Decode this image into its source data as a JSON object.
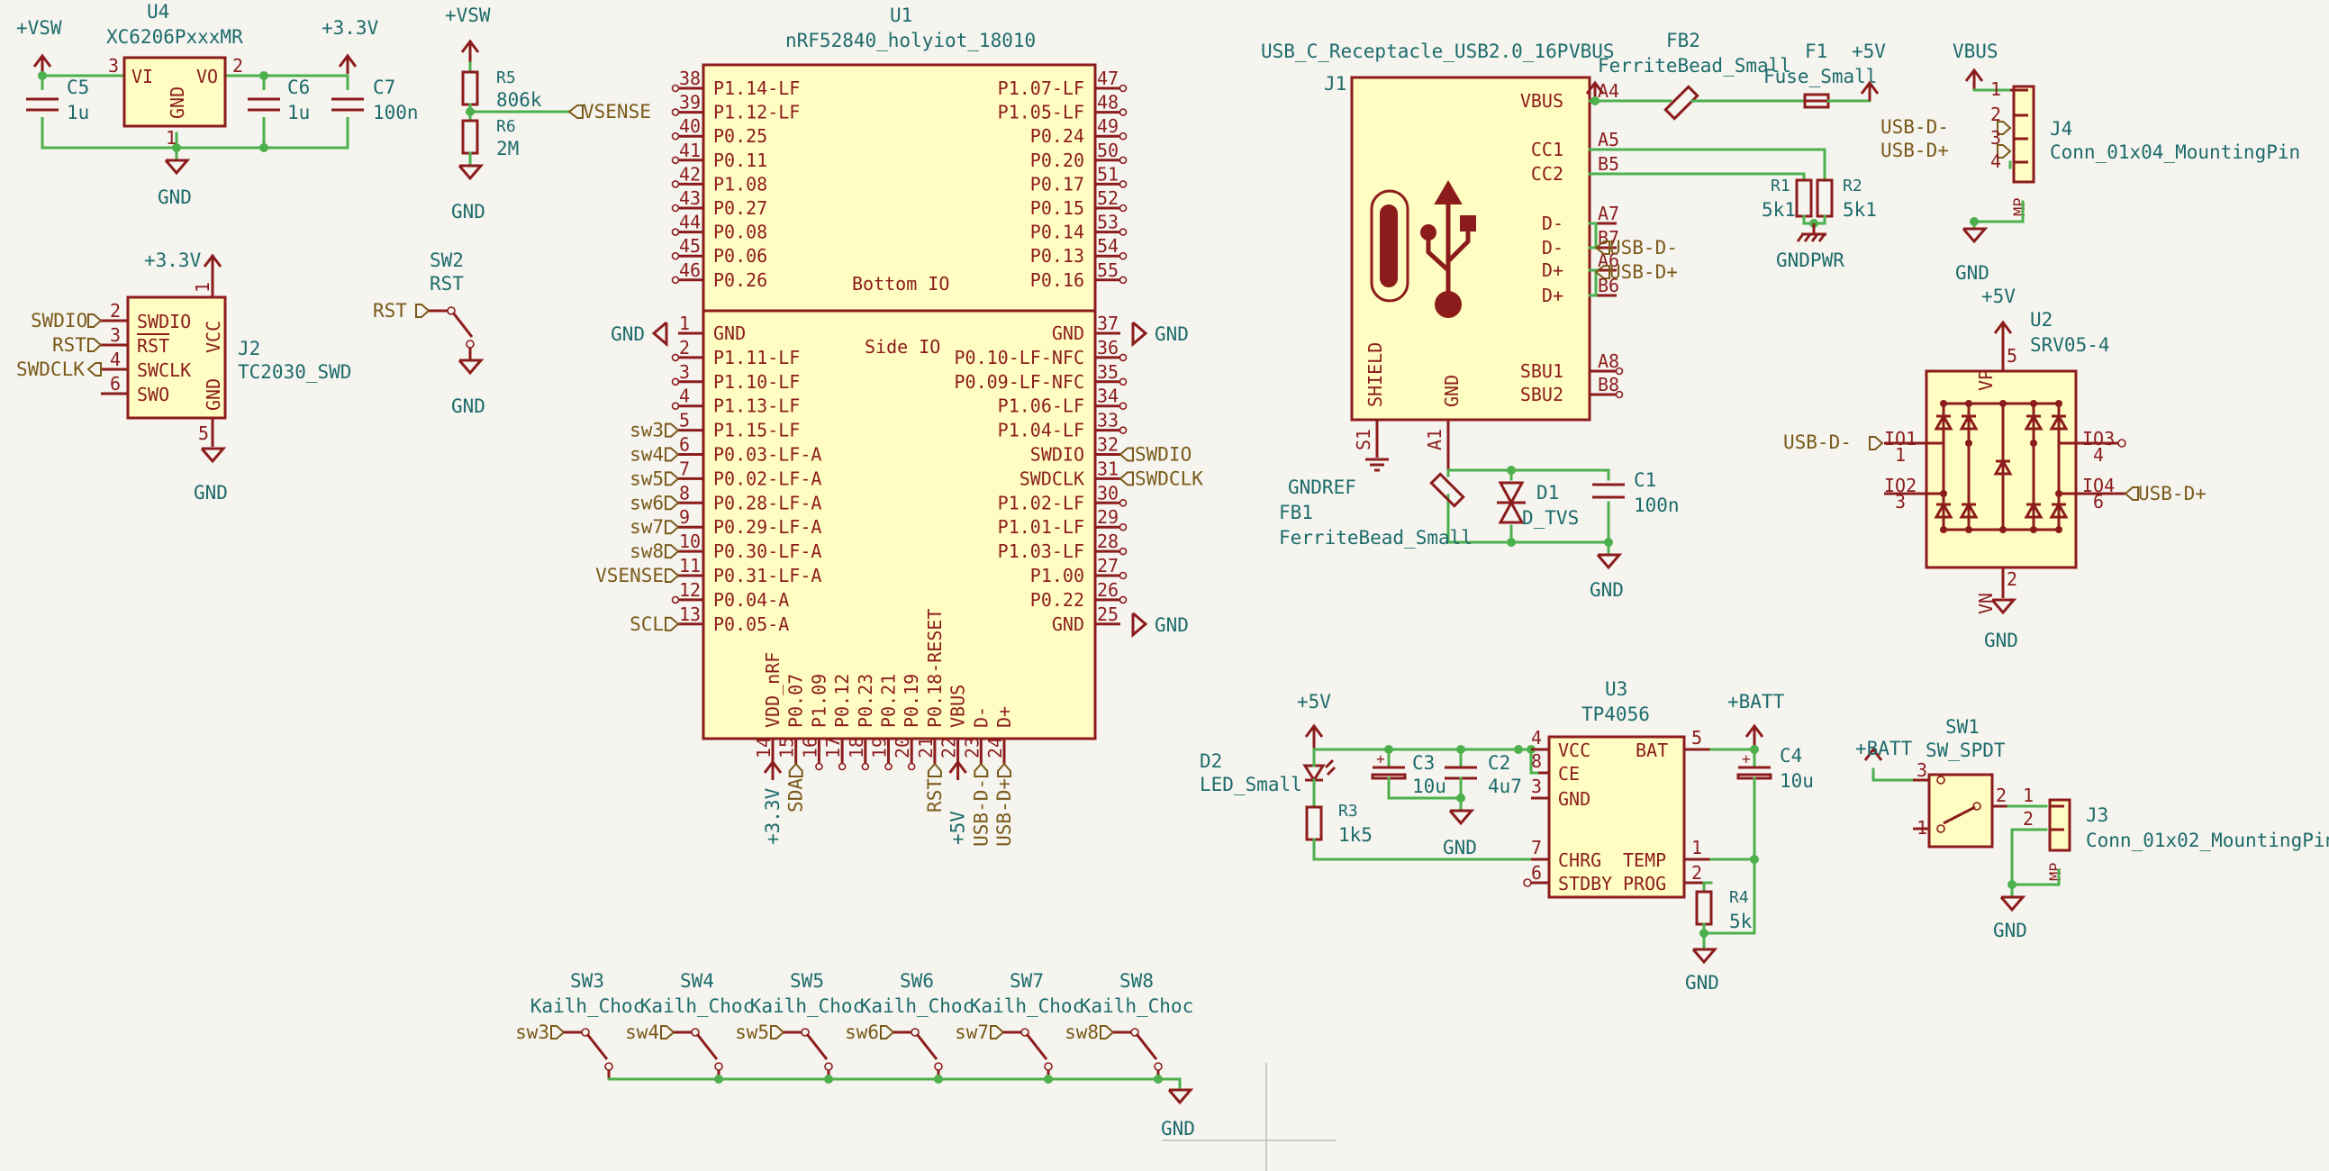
{
  "power": {
    "vsw": "+VSW",
    "v33": "+3.3V",
    "v5": "+5V",
    "gnd": "GND",
    "vbus": "VBUS",
    "batt": "+BATT",
    "gndpwr": "GNDPWR",
    "gndref": "GNDREF"
  },
  "u4": {
    "ref": "U4",
    "value": "XC6206PxxxMR",
    "vi": "VI",
    "vo": "VO",
    "gnd": "GND",
    "pin_vi": "3",
    "pin_vo": "2",
    "pin_gnd": "1"
  },
  "c5": {
    "ref": "C5",
    "value": "1u"
  },
  "c6": {
    "ref": "C6",
    "value": "1u"
  },
  "c7": {
    "ref": "C7",
    "value": "100n"
  },
  "r5": {
    "ref": "R5",
    "value": "806k"
  },
  "r6": {
    "ref": "R6",
    "value": "2M"
  },
  "vsense": "VSENSE",
  "j2": {
    "ref": "J2",
    "value": "TC2030_SWD",
    "pins": [
      {
        "num": "2",
        "name": "SWDIO",
        "net": "SWDIO"
      },
      {
        "num": "3",
        "name": "RST",
        "net": "RST"
      },
      {
        "num": "4",
        "name": "SWCLK",
        "net": "SWDCLK"
      },
      {
        "num": "6",
        "name": "SWO",
        "net": ""
      }
    ],
    "vcc": "VCC",
    "vcc_pin": "1",
    "gnd": "GND",
    "gnd_pin": "5"
  },
  "sw2": {
    "ref": "SW2",
    "value": "RST",
    "net": "RST"
  },
  "u1": {
    "ref": "U1",
    "value": "nRF52840_holyiot_18010",
    "bottom_label": "Bottom IO",
    "side_label": "Side IO",
    "top_left": [
      {
        "num": "38",
        "name": "P1.14-LF"
      },
      {
        "num": "39",
        "name": "P1.12-LF"
      },
      {
        "num": "40",
        "name": "P0.25"
      },
      {
        "num": "41",
        "name": "P0.11"
      },
      {
        "num": "42",
        "name": "P1.08"
      },
      {
        "num": "43",
        "name": "P0.27"
      },
      {
        "num": "44",
        "name": "P0.08"
      },
      {
        "num": "45",
        "name": "P0.06"
      },
      {
        "num": "46",
        "name": "P0.26"
      }
    ],
    "top_right": [
      {
        "num": "47",
        "name": "P1.07-LF"
      },
      {
        "num": "48",
        "name": "P1.05-LF"
      },
      {
        "num": "49",
        "name": "P0.24"
      },
      {
        "num": "50",
        "name": "P0.20"
      },
      {
        "num": "51",
        "name": "P0.17"
      },
      {
        "num": "52",
        "name": "P0.15"
      },
      {
        "num": "53",
        "name": "P0.14"
      },
      {
        "num": "54",
        "name": "P0.13"
      },
      {
        "num": "55",
        "name": "P0.16"
      }
    ],
    "left": [
      {
        "num": "1",
        "name": "GND",
        "net": "GND"
      },
      {
        "num": "2",
        "name": "P1.11-LF",
        "net": ""
      },
      {
        "num": "3",
        "name": "P1.10-LF",
        "net": ""
      },
      {
        "num": "4",
        "name": "P1.13-LF",
        "net": ""
      },
      {
        "num": "5",
        "name": "P1.15-LF",
        "net": "sw3"
      },
      {
        "num": "6",
        "name": "P0.03-LF-A",
        "net": "sw4"
      },
      {
        "num": "7",
        "name": "P0.02-LF-A",
        "net": "sw5"
      },
      {
        "num": "8",
        "name": "P0.28-LF-A",
        "net": "sw6"
      },
      {
        "num": "9",
        "name": "P0.29-LF-A",
        "net": "sw7"
      },
      {
        "num": "10",
        "name": "P0.30-LF-A",
        "net": "sw8"
      },
      {
        "num": "11",
        "name": "P0.31-LF-A",
        "net": "VSENSE"
      },
      {
        "num": "12",
        "name": "P0.04-A",
        "net": ""
      },
      {
        "num": "13",
        "name": "P0.05-A",
        "net": "SCL"
      }
    ],
    "right": [
      {
        "num": "37",
        "name": "GND",
        "net": "GND"
      },
      {
        "num": "36",
        "name": "P0.10-LF-NFC",
        "net": ""
      },
      {
        "num": "35",
        "name": "P0.09-LF-NFC",
        "net": ""
      },
      {
        "num": "34",
        "name": "P1.06-LF",
        "net": ""
      },
      {
        "num": "33",
        "name": "P1.04-LF",
        "net": ""
      },
      {
        "num": "32",
        "name": "SWDIO",
        "net": "SWDIO"
      },
      {
        "num": "31",
        "name": "SWDCLK",
        "net": "SWDCLK"
      },
      {
        "num": "30",
        "name": "P1.02-LF",
        "net": ""
      },
      {
        "num": "29",
        "name": "P1.01-LF",
        "net": ""
      },
      {
        "num": "28",
        "name": "P1.03-LF",
        "net": ""
      },
      {
        "num": "27",
        "name": "P1.00",
        "net": ""
      },
      {
        "num": "26",
        "name": "P0.22",
        "net": ""
      },
      {
        "num": "25",
        "name": "GND",
        "net": "GND"
      }
    ],
    "bottom": [
      {
        "num": "14",
        "name": "VDD_nRF",
        "net": "+3.3V"
      },
      {
        "num": "15",
        "name": "P0.07",
        "net": "SDA"
      },
      {
        "num": "16",
        "name": "P1.09",
        "net": ""
      },
      {
        "num": "17",
        "name": "P0.12",
        "net": ""
      },
      {
        "num": "18",
        "name": "P0.23",
        "net": ""
      },
      {
        "num": "19",
        "name": "P0.21",
        "net": ""
      },
      {
        "num": "20",
        "name": "P0.19",
        "net": ""
      },
      {
        "num": "21",
        "name": "P0.18-RESET",
        "net": "RST"
      },
      {
        "num": "22",
        "name": "VBUS",
        "net": "+5V"
      },
      {
        "num": "23",
        "name": "D-",
        "net": "USB-D-"
      },
      {
        "num": "24",
        "name": "D+",
        "net": "USB-D+"
      }
    ]
  },
  "j1": {
    "ref": "J1",
    "value": "USB_C_Receptacle_USB2.0_16P",
    "right_pins": [
      {
        "num": "A4",
        "name": "VBUS"
      },
      {
        "num": "A5",
        "name": "CC1"
      },
      {
        "num": "B5",
        "name": "CC2"
      },
      {
        "num": "A7",
        "name": "D-"
      },
      {
        "num": "B7",
        "name": "D-"
      },
      {
        "num": "A6",
        "name": "D+"
      },
      {
        "num": "B6",
        "name": "D+"
      },
      {
        "num": "A8",
        "name": "SBU1"
      },
      {
        "num": "B8",
        "name": "SBU2"
      }
    ],
    "shield": "SHIELD",
    "shield_pin": "S1",
    "gnd": "GND",
    "gnd_pin": "A1",
    "net_dm": "USB-D-",
    "net_dp": "USB-D+"
  },
  "fb2": {
    "ref": "FB2",
    "value": "FerriteBead_Small"
  },
  "f1": {
    "ref": "F1",
    "value": "Fuse_Small"
  },
  "r1": {
    "ref": "R1",
    "value": "5k1"
  },
  "r2": {
    "ref": "R2",
    "value": "5k1"
  },
  "j4": {
    "ref": "J4",
    "value": "Conn_01x04_MountingPin",
    "pins": [
      "1",
      "2",
      "3",
      "4"
    ],
    "mp": "MP",
    "net_dm": "USB-D-",
    "net_dp": "USB-D+"
  },
  "fb1": {
    "ref": "FB1",
    "value": "FerriteBead_Small"
  },
  "d1": {
    "ref": "D1",
    "value": "D_TVS"
  },
  "c1": {
    "ref": "C1",
    "value": "100n"
  },
  "u2": {
    "ref": "U2",
    "value": "SRV05-4",
    "io1": "IO1",
    "io2": "IO2",
    "io3": "IO3",
    "io4": "IO4",
    "vp": "VP",
    "vn": "VN",
    "p_io1": "1",
    "p_io2": "3",
    "p_io3": "4",
    "p_io4": "6",
    "p_vp": "5",
    "p_vn": "2",
    "net_dm": "USB-D-",
    "net_dp": "USB-D+"
  },
  "d2": {
    "ref": "D2",
    "value": "LED_Small"
  },
  "r3": {
    "ref": "R3",
    "value": "1k5"
  },
  "c3": {
    "ref": "C3",
    "value": "10u"
  },
  "c2": {
    "ref": "C2",
    "value": "4u7"
  },
  "u3": {
    "ref": "U3",
    "value": "TP4056",
    "vcc": "VCC",
    "ce": "CE",
    "gnd": "GND",
    "chrg": "CHRG",
    "stdby": "STDBY",
    "bat": "BAT",
    "temp": "TEMP",
    "prog": "PROG",
    "p_vcc": "4",
    "p_ce": "8",
    "p_gnd": "3",
    "p_chrg": "7",
    "p_stdby": "6",
    "p_bat": "5",
    "p_temp": "1",
    "p_prog": "2",
    "gnd_net": "GND"
  },
  "c4": {
    "ref": "C4",
    "value": "10u"
  },
  "r4": {
    "ref": "R4",
    "value": "5k"
  },
  "sw1": {
    "ref": "SW1",
    "value": "SW_SPDT",
    "p1": "1",
    "p2": "2",
    "p3": "3"
  },
  "j3": {
    "ref": "J3",
    "value": "Conn_01x02_MountingPin",
    "p1": "1",
    "p2": "2",
    "mp": "MP"
  },
  "switches": [
    {
      "ref": "SW3",
      "value": "Kailh_Choc",
      "net": "sw3"
    },
    {
      "ref": "SW4",
      "value": "Kailh_Choc",
      "net": "sw4"
    },
    {
      "ref": "SW5",
      "value": "Kailh_Choc",
      "net": "sw5"
    },
    {
      "ref": "SW6",
      "value": "Kailh_Choc",
      "net": "sw6"
    },
    {
      "ref": "SW7",
      "value": "Kailh_Choc",
      "net": "sw7"
    },
    {
      "ref": "SW8",
      "value": "Kailh_Choc",
      "net": "sw8"
    }
  ],
  "colors": {
    "wire": "#4cb04c",
    "symbol": "#8c1c1c",
    "body_fill": "#fffdc2",
    "label": "#1d6b6b",
    "flag": "#7a5a1a",
    "background": "#f5f4ef"
  }
}
